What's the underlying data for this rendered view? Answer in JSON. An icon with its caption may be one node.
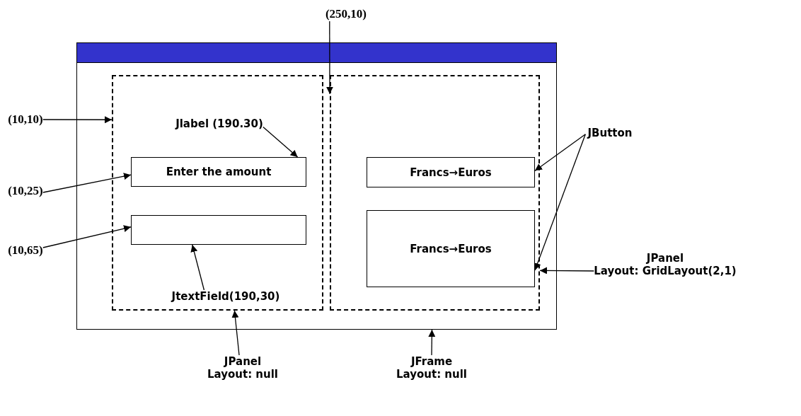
{
  "diagram": {
    "nodes": [
      {
        "text": [],
        "shape": "box"
      },
      {
        "text": [],
        "shape": "box",
        "in": 0
      },
      {
        "text": [],
        "shape": "box",
        "in": 0
      },
      {
        "text": [
          "Enter the amount"
        ],
        "in": 1
      },
      {
        "text": [],
        "shape": "box",
        "in": 1
      },
      {
        "text": [
          "Francs→Euros"
        ],
        "in": 2
      },
      {
        "text": [
          "Francs→Euros"
        ],
        "in": 2
      },
      {
        "text": [
          "(250,10)"
        ]
      },
      {
        "text": [
          "(10,10)"
        ]
      },
      {
        "text": [
          "Jlabel (190.30)"
        ],
        "in": 1
      },
      {
        "text": [
          "(10,25)"
        ]
      },
      {
        "text": [
          "(10,65)"
        ]
      },
      {
        "text": [
          "JtextField(190,30)"
        ],
        "in": 1
      },
      {
        "text": [
          "JButton"
        ]
      },
      {
        "text": [
          "JPanel",
          "Layout: GridLayout(2,1)"
        ]
      },
      {
        "text": [
          "JPanel",
          "Layout: null"
        ]
      },
      {
        "text": [
          "JFrame",
          "Layout: null"
        ]
      }
    ],
    "edges": [
      {
        "from": 7,
        "to": 2,
        "arrow": "to"
      },
      {
        "from": 8,
        "to": 1,
        "arrow": "to"
      },
      {
        "from": 9,
        "to": 3,
        "arrow": "to"
      },
      {
        "from": 10,
        "to": 3,
        "arrow": "to"
      },
      {
        "from": 11,
        "to": 4,
        "arrow": "to"
      },
      {
        "from": 12,
        "to": 4,
        "arrow": "to"
      },
      {
        "from": 13,
        "to": 5,
        "arrow": "to"
      },
      {
        "from": 13,
        "to": 6,
        "arrow": "to"
      },
      {
        "from": 14,
        "to": 2,
        "arrow": "to"
      },
      {
        "from": 15,
        "to": 1,
        "arrow": "to"
      },
      {
        "from": 16,
        "to": 0,
        "arrow": "to"
      }
    ]
  }
}
